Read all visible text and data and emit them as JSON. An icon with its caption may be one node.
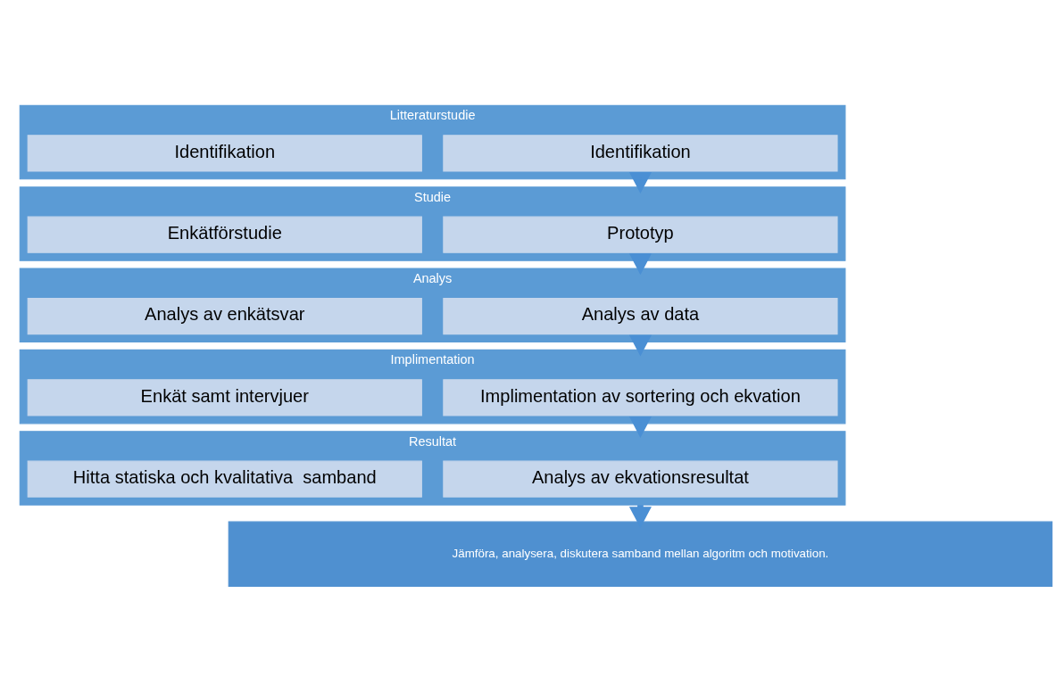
{
  "diagram": {
    "nodes": [
      {
        "text": [
          "Litteraturstudie"
        ]
      },
      {
        "text": [
          "Identifikation"
        ],
        "in": 0
      },
      {
        "text": [
          "Identifikation"
        ],
        "in": 0
      },
      {
        "text": [
          "Studie"
        ]
      },
      {
        "text": [
          "Prototyp"
        ],
        "in": 3
      },
      {
        "text": [
          "Enkätförstudie"
        ],
        "in": 3
      },
      {
        "text": [
          "Analys"
        ]
      },
      {
        "text": [
          "Analys av data"
        ],
        "in": 6
      },
      {
        "text": [
          "Analys av enkätsvar"
        ],
        "in": 6
      },
      {
        "text": [
          "Implimentation"
        ]
      },
      {
        "text": [
          "Implimentation av sortering och ekvation"
        ],
        "in": 9
      },
      {
        "text": [
          "Enkät samt intervjuer"
        ],
        "in": 9
      },
      {
        "text": [
          "Resultat"
        ]
      },
      {
        "text": [
          "Analys av ekvationsresultat"
        ],
        "in": 12
      },
      {
        "text": [
          "Hitta statiska och kvalitativa  samband"
        ],
        "in": 12
      },
      {
        "text": [
          "Jämföra, analysera, diskutera samband mellan algoritm och motivation."
        ]
      }
    ],
    "edges": [
      {
        "from": 0,
        "to": 3,
        "arrow": "to"
      },
      {
        "from": 3,
        "to": 6,
        "arrow": "to"
      },
      {
        "from": 6,
        "to": 9,
        "arrow": "to"
      },
      {
        "from": 9,
        "to": 12,
        "arrow": "to"
      },
      {
        "from": 12,
        "to": 15,
        "arrow": "to"
      }
    ]
  }
}
